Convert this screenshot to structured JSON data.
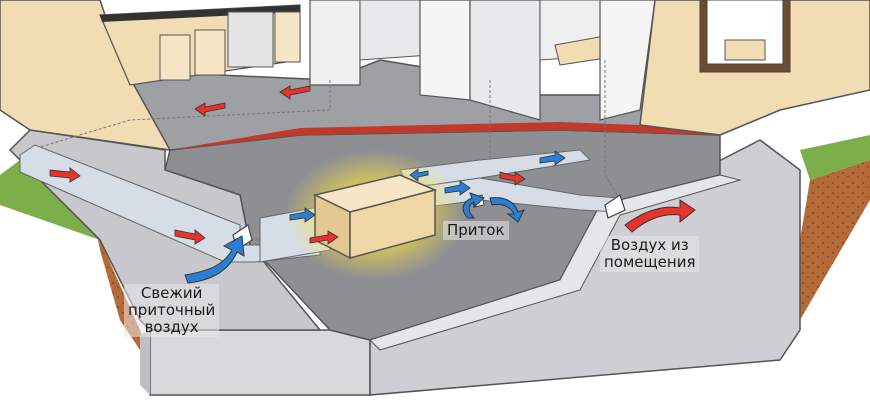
{
  "labels": {
    "fresh_air": [
      "Свежий",
      "приточный",
      "воздух"
    ],
    "supply": "Приток",
    "room_air": [
      "Воздух из",
      "помещения"
    ]
  },
  "colors": {
    "wall_beige": "#f2dcb4",
    "floor_gray": "#8e8f93",
    "basement_wall": "#d9d9dc",
    "duct": "#d6dde6",
    "arrow_red": "#e8332d",
    "arrow_blue": "#2a7fd4",
    "glow": "#ffe23a",
    "unit_box": "#f0d7a6",
    "grass": "#7cae4a",
    "soil": "#b56a3a"
  }
}
